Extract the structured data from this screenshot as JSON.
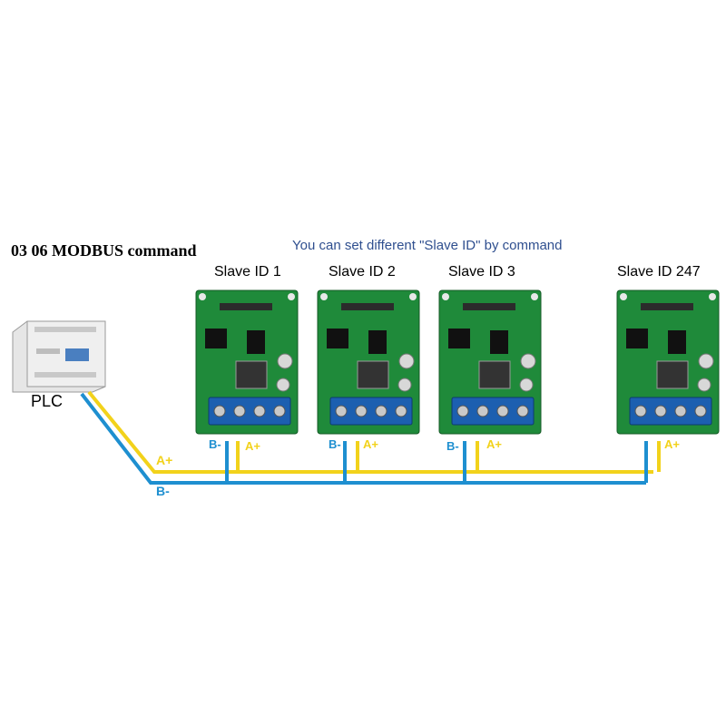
{
  "header": {
    "title": "03 06 MODBUS command",
    "subtitle": "You can set different \"Slave ID\" by command"
  },
  "plc": {
    "label": "PLC"
  },
  "modules": [
    {
      "label": "Slave ID 1",
      "b_label": "B-",
      "a_label": "A+"
    },
    {
      "label": "Slave ID 2",
      "b_label": "B-",
      "a_label": "A+"
    },
    {
      "label": "Slave ID 3",
      "b_label": "B-",
      "a_label": "A+"
    },
    {
      "label": "Slave ID 247",
      "b_label": "",
      "a_label": "A+"
    }
  ],
  "bus": {
    "a_label": "A+",
    "b_label": "B-"
  },
  "colors": {
    "wire_a": "#f2d21b",
    "wire_b": "#1e8fd0",
    "pcb": "#1f8a3a",
    "terminal": "#1c5fb0"
  }
}
